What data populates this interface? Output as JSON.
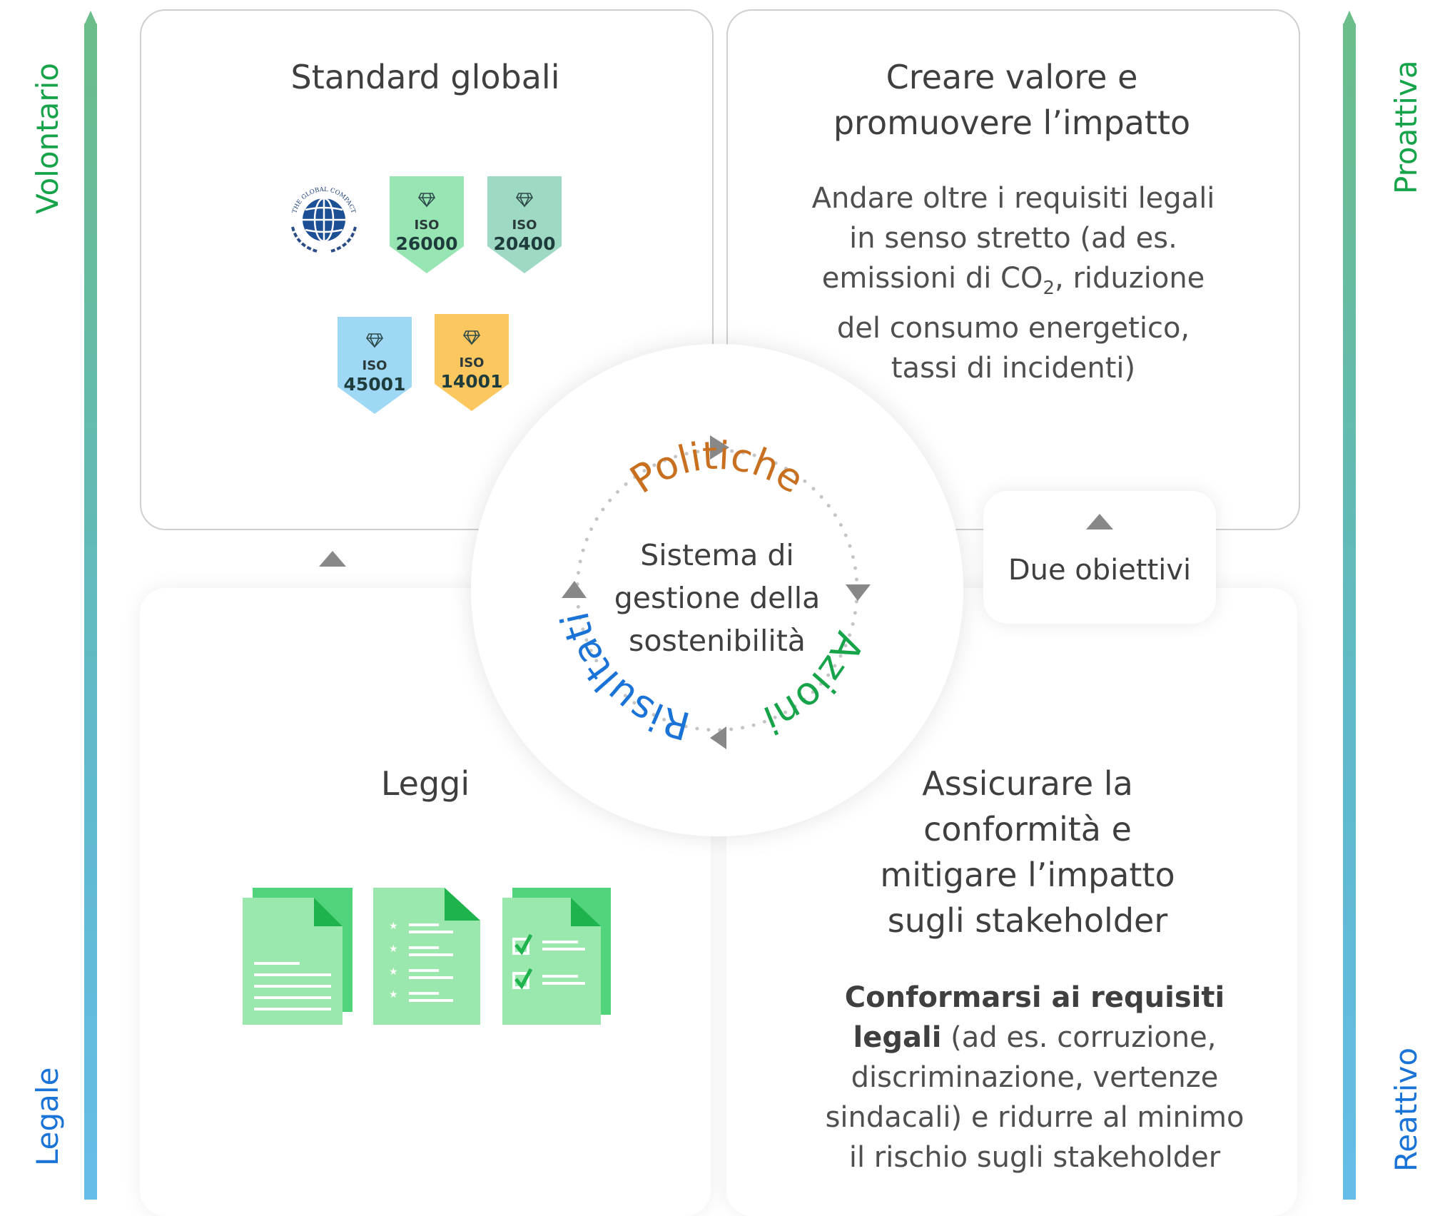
{
  "axes": {
    "left_top": "Volontario",
    "left_bottom": "Legale",
    "right_top": "Proattiva",
    "right_bottom": "Reattivo"
  },
  "top_left": {
    "title": "Standard globali",
    "logo_text": "THE GLOBAL COMPACT",
    "badges": [
      {
        "label": "ISO",
        "number": "26000",
        "color": "#98e5b4"
      },
      {
        "label": "ISO",
        "number": "20400",
        "color": "#9ed9c3"
      },
      {
        "label": "ISO",
        "number": "45001",
        "color": "#9fd8f4"
      },
      {
        "label": "ISO",
        "number": "14001",
        "color": "#fcc75e"
      }
    ]
  },
  "top_right": {
    "title_line1": "Creare valore e",
    "title_line2": "promuovere l’impatto",
    "body_line1": "Andare oltre i requisiti legali",
    "body_line2": "in senso stretto (ad es.",
    "body_line3_pre": "emissioni di CO",
    "body_line3_sub": "2",
    "body_line3_post": ", riduzione",
    "body_line4": "del consumo energetico,",
    "body_line5": "tassi di incidenti)"
  },
  "bottom_left": {
    "title": "Leggi"
  },
  "bottom_right": {
    "title_line1": "Assicurare la",
    "title_line2": "conformità e",
    "title_line3": "mitigare l’impatto",
    "title_line4": "sugli stakeholder",
    "body_bold1": "Conformarsi ai requisiti",
    "body_bold2": "legali",
    "body_rest2": " (ad es. corruzione,",
    "body_line3": "discriminazione, vertenze",
    "body_line4": "sindacali) e ridurre al minimo",
    "body_line5": "il rischio sugli stakeholder"
  },
  "center": {
    "line1": "Sistema di",
    "line2": "gestione della",
    "line3": "sostenibilità",
    "cycle": {
      "politiche": "Politiche",
      "azioni": "Azioni",
      "risultati": "Risultati"
    }
  },
  "due_obiettivi": "Due obiettivi",
  "colors": {
    "politiche": "#c8701f",
    "azioni": "#16a34a",
    "risultati": "#1a73d6",
    "doc_green_dark": "#52d47c",
    "doc_green_light": "#9ae8ad",
    "arrow_gray": "#888888"
  }
}
